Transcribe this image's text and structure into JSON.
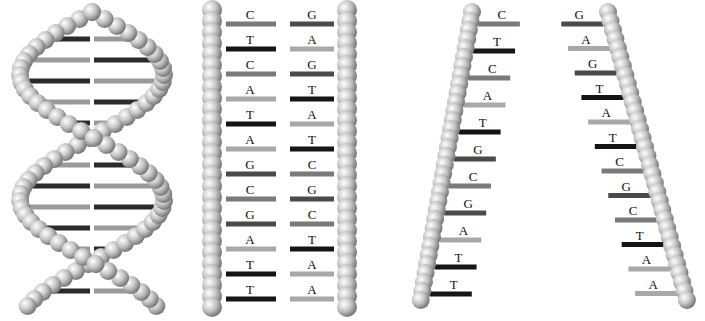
{
  "diagram": {
    "labels": [
      "C",
      "T",
      "C",
      "A",
      "T",
      "A",
      "G",
      "C",
      "G",
      "A",
      "T",
      "T",
      "G",
      "A",
      "G",
      "T",
      "A",
      "T",
      "C",
      "G",
      "C",
      "T",
      "A",
      "A",
      "C",
      "T",
      "C",
      "A",
      "T",
      "G",
      "C",
      "G",
      "A",
      "T",
      "T",
      "G",
      "A",
      "G",
      "T",
      "A",
      "T",
      "C",
      "G",
      "C",
      "T",
      "A",
      "A"
    ]
  }
}
